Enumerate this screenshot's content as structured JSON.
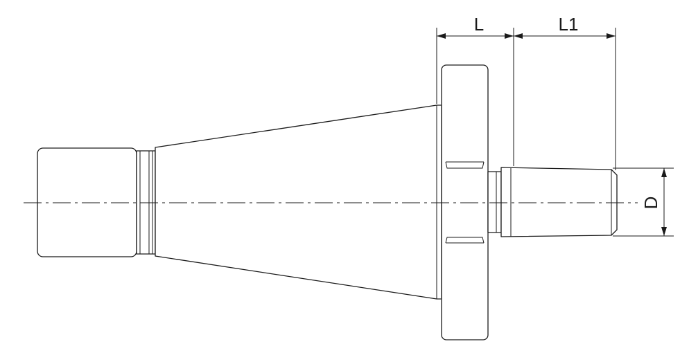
{
  "dimensions": {
    "length_flange": "L",
    "length_spigot": "L1",
    "diameter": "D"
  },
  "colors": {
    "line": "#1a1a1a",
    "background": "#ffffff"
  }
}
